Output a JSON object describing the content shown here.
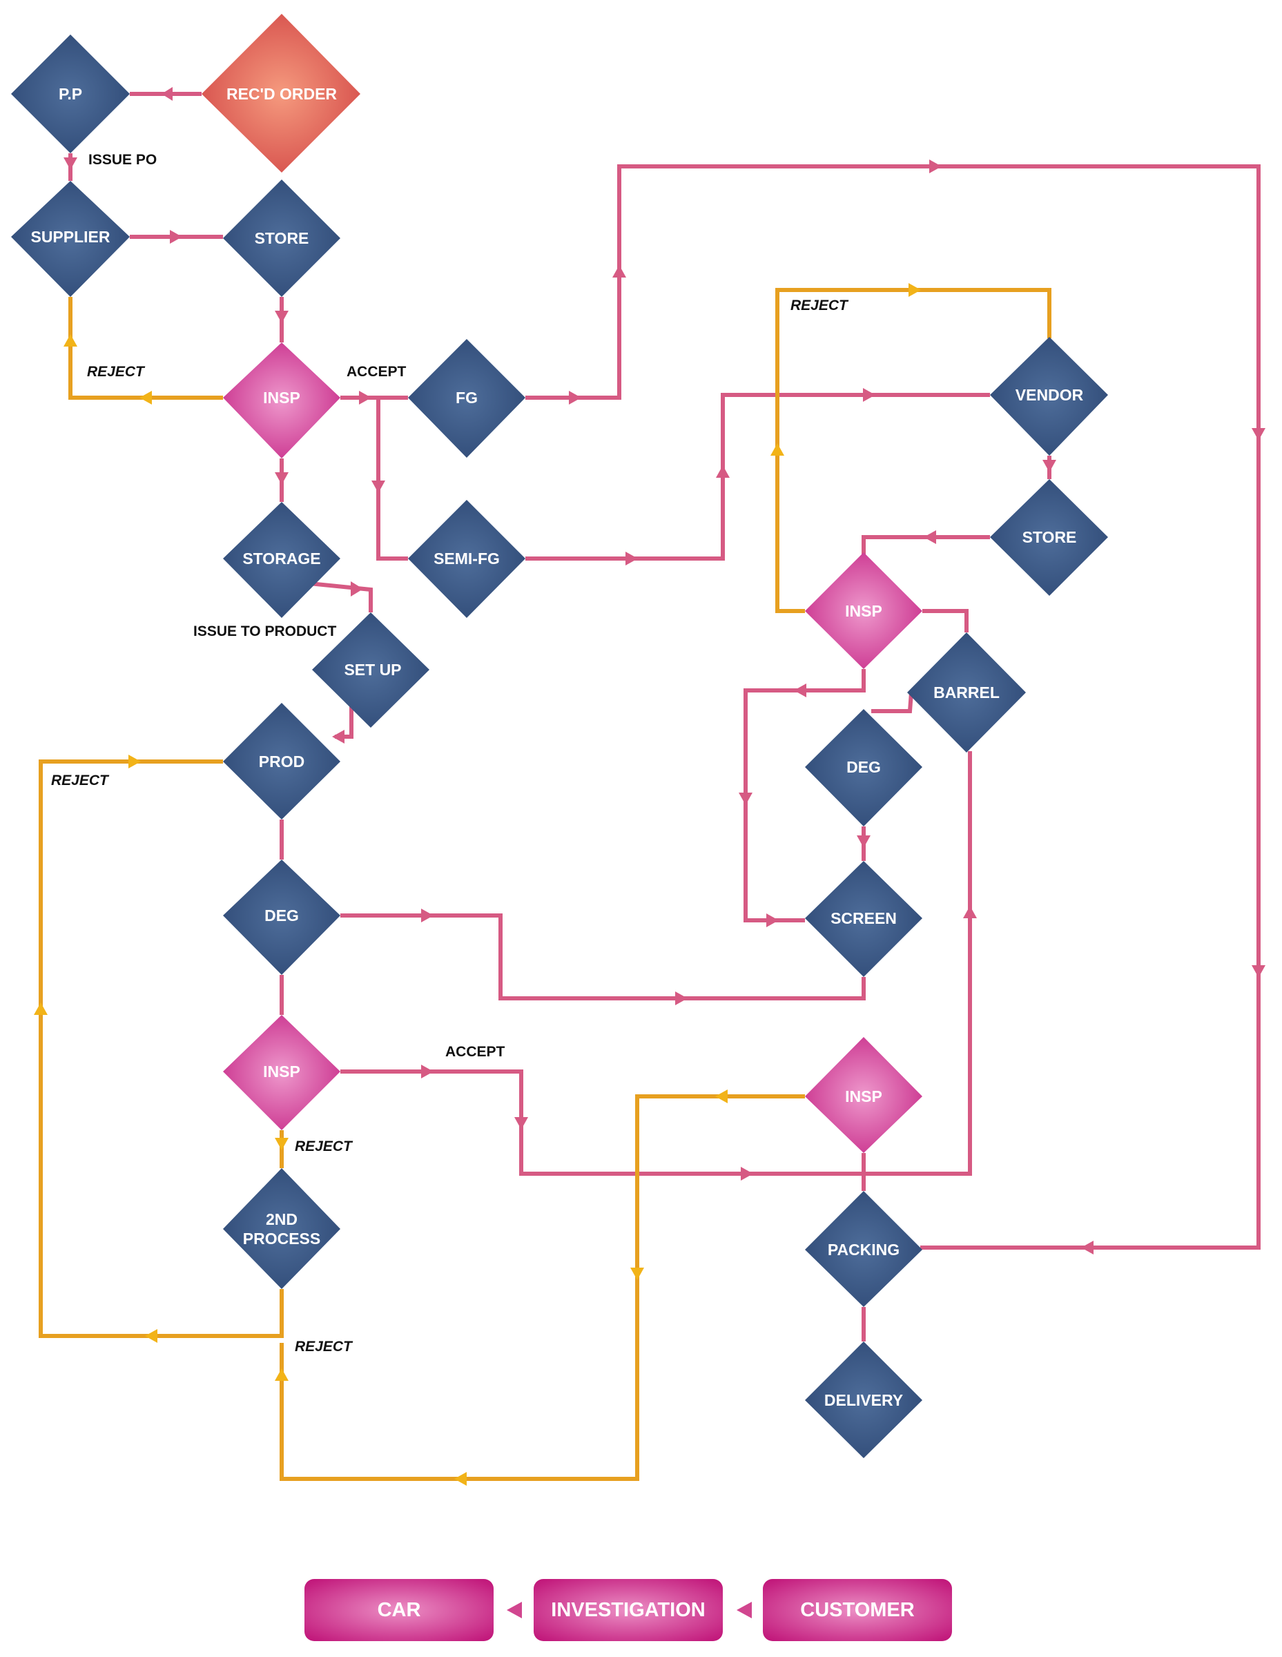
{
  "colors": {
    "process": "#3d5a85",
    "process_dark": "#2e4670",
    "inspection": "#d9409a",
    "inspection_light": "#e984c2",
    "start": "#e0614f",
    "start_light": "#f08a6a",
    "flow_line": "#d65a83",
    "reject_line_a": "#f2bb1a",
    "reject_line_b": "#d9822e",
    "pill": "#c9207f",
    "pill_light": "#e56ab4",
    "pill_arrow": "#d1468f"
  },
  "nodes": {
    "pp": "P.P",
    "recd_order": "REC'D ORDER",
    "supplier": "SUPPLIER",
    "store_1": "STORE",
    "insp_1": "INSP",
    "fg": "FG",
    "semi_fg": "SEMI-FG",
    "storage": "STORAGE",
    "set_up": "SET UP",
    "prod": "PROD",
    "deg_1": "DEG",
    "insp_2": "INSP",
    "second_process_line1": "2ND",
    "second_process_line2": "PROCESS",
    "vendor": "VENDOR",
    "store_2": "STORE",
    "insp_3": "INSP",
    "barrel": "BARREL",
    "deg_2": "DEG",
    "screen": "SCREEN",
    "insp_4": "INSP",
    "packing": "PACKING",
    "delivery": "DELIVERY"
  },
  "edge_labels": {
    "issue_po": "ISSUE PO",
    "reject_supplier": "REJECT",
    "accept_1": "ACCEPT",
    "issue_to_product": "ISSUE TO PRODUCT",
    "reject_prod": "REJECT",
    "accept_2": "ACCEPT",
    "reject_2nd_in": "REJECT",
    "reject_2nd_out": "REJECT",
    "reject_vendor": "REJECT"
  },
  "footer": {
    "car": "CAR",
    "investigation": "INVESTIGATION",
    "customer": "CUSTOMER"
  }
}
